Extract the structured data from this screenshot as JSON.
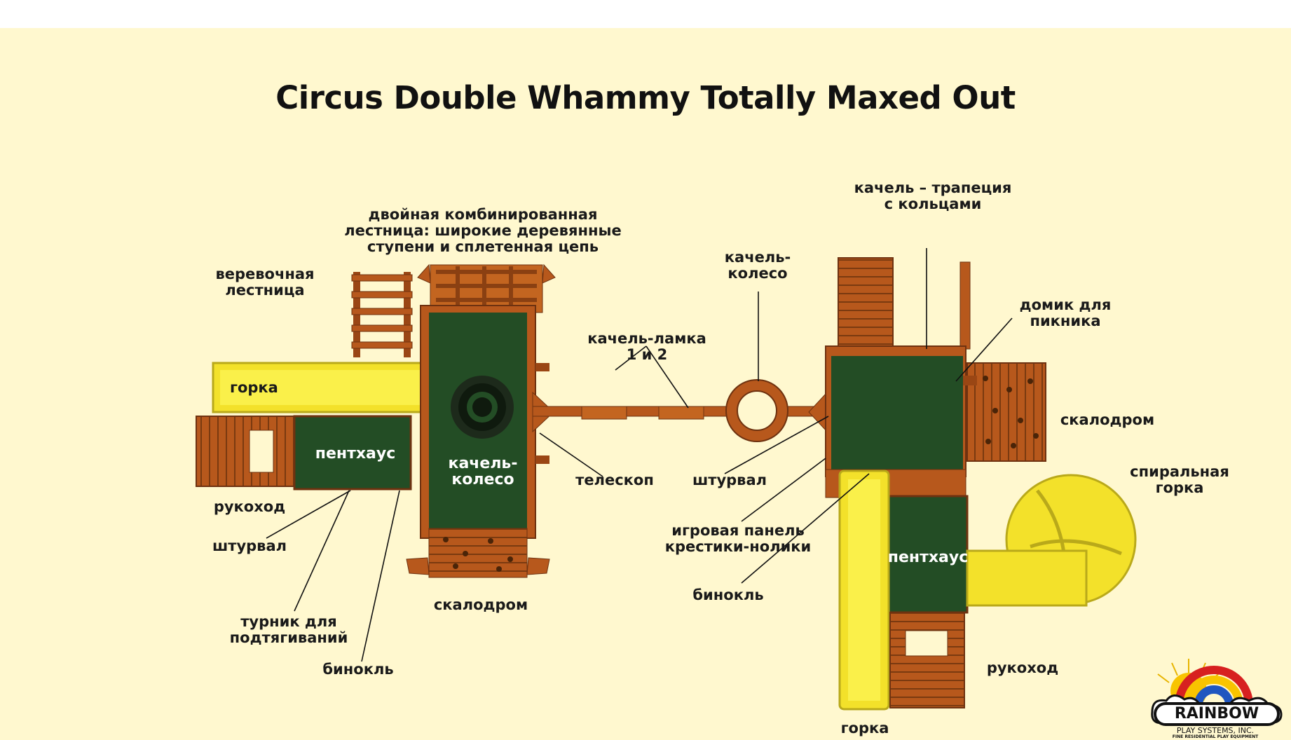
{
  "title": "Circus Double Whammy Totally Maxed Out",
  "colors": {
    "background": "#fff8cf",
    "wood": "#b7581c",
    "deck": "#234d25",
    "slide": "#f7e92b",
    "line": "#111111"
  },
  "labels": {
    "rope_ladder": "веревочная\nлестница",
    "double_ladder": "двойная комбинированная\nлестница: широкие деревянные\nступени и сплетенная цепь",
    "slide_left": "горка",
    "penthouse_left": "пентхаус",
    "tire_swing_left": "качель-\nколесо",
    "monkey_bars_left": "рукоход",
    "wheel_left": "штурвал",
    "pullup_bar": "турник для\nподтягиваний",
    "binoculars_left": "бинокль",
    "rock_wall_left": "скалодром",
    "telescope": "телескоп",
    "belt_swings": "качель-ламка\n1 и 2",
    "tire_swing_mid": "качель-\nколесо",
    "wheel_right": "штурвал",
    "tictactoe": "игровая панель\nкрестики-нолики",
    "binoculars_right": "бинокль",
    "trapeze": "качель – трапеция\nс кольцами",
    "picnic_house": "домик для\nпикника",
    "rock_wall_right": "скалодром",
    "spiral_slide": "спиральная\nгорка",
    "penthouse_right": "пентхаус",
    "monkey_bars_right": "рукоход",
    "slide_bottom": "горка"
  },
  "logo": {
    "brand": "RAINBOW",
    "company": "PLAY SYSTEMS, INC.",
    "tagline": "FINE RESIDENTIAL PLAY EQUIPMENT",
    "icon": "rainbow-sun-cloud-icon"
  }
}
